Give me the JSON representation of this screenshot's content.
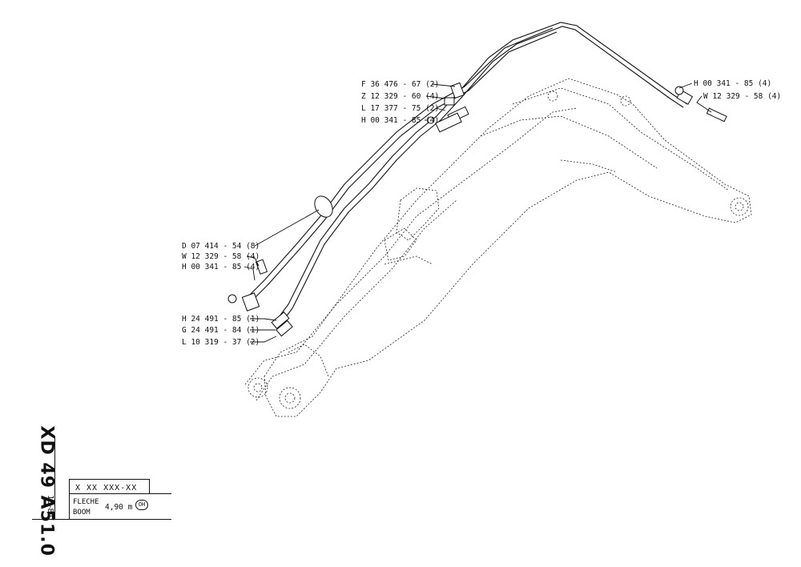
{
  "callouts_right": [
    {
      "id": "h00341-85-r",
      "text": "H 00 341 - 85 (4)"
    },
    {
      "id": "w12329-58-r",
      "text": "W 12 329 - 58 (4)"
    }
  ],
  "callouts_upper": [
    {
      "id": "f36476-67",
      "text": "F  36 476 - 67 (2)"
    },
    {
      "id": "z12329-60",
      "text": "Z  12 329 - 60 (4)"
    },
    {
      "id": "l17377-75",
      "text": "L  17 377 - 75 (2)"
    },
    {
      "id": "h00341-85-u",
      "text": "H  00 341 - 85 (4)"
    }
  ],
  "callouts_lower": [
    {
      "id": "d07414-54",
      "text": "D  07 414 - 54 (8)"
    },
    {
      "id": "w12329-58-l",
      "text": "W  12  329 - 58 (4)"
    },
    {
      "id": "h00341-85-l",
      "text": "H  00  341 - 85 (4)"
    },
    {
      "id": "h24491-85",
      "text": "H  24 491 - 85 (1)"
    },
    {
      "id": "g24491-84",
      "text": "G  24 491 - 84 (1)"
    },
    {
      "id": "l10319-37",
      "text": "L  10 319 - 37 (2)"
    }
  ],
  "title_block": {
    "doc_code": "XD 49 A51.0",
    "date": "10-81",
    "ref": "X XX XXX-XX",
    "name_fr": "FLECHE",
    "name_en": "BOOM",
    "length": "4,90 m",
    "badge": "OH"
  }
}
